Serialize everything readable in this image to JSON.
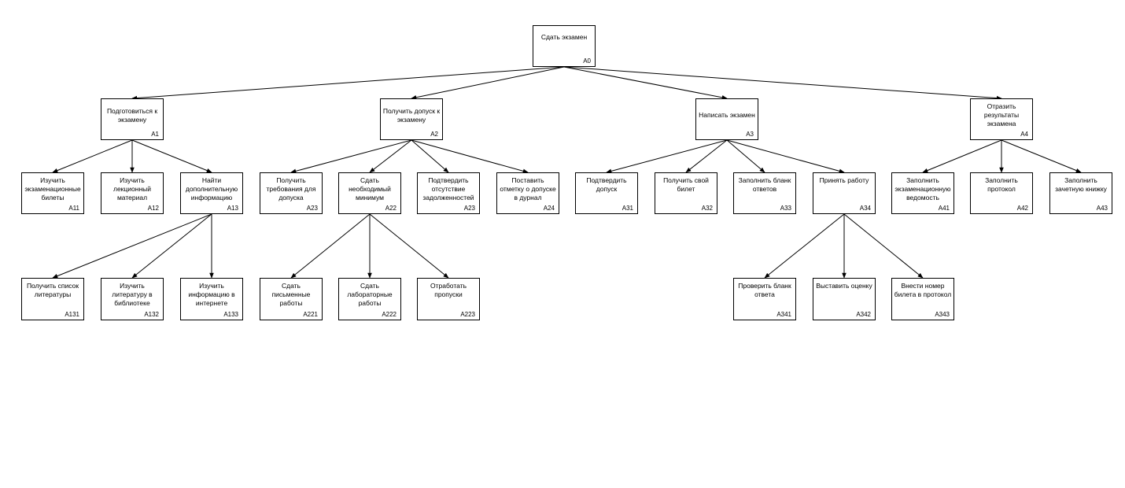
{
  "diagram": {
    "nodes": [
      {
        "id": "A0",
        "label": "Сдать экзамен",
        "code": "A0"
      },
      {
        "id": "A1",
        "label": "Подготовиться к экзамену",
        "code": "A1"
      },
      {
        "id": "A2",
        "label": "Получить допуск к экзамену",
        "code": "A2"
      },
      {
        "id": "A3",
        "label": "Написать экзамен",
        "code": "A3"
      },
      {
        "id": "A4",
        "label": "Отразить результаты экзамена",
        "code": "A4"
      },
      {
        "id": "A11",
        "label": "Изучить экзаменационные билеты",
        "code": "A11"
      },
      {
        "id": "A12",
        "label": "Изучить лекционный материал",
        "code": "A12"
      },
      {
        "id": "A13",
        "label": "Найти дополнительную информацию",
        "code": "A13"
      },
      {
        "id": "A23a",
        "label": "Получить требования для допуска",
        "code": "A23"
      },
      {
        "id": "A22",
        "label": "Сдать необходимый минимум",
        "code": "A22"
      },
      {
        "id": "A23b",
        "label": "Подтвердить отсутствие задолженностей",
        "code": "A23"
      },
      {
        "id": "A24",
        "label": "Поставить отметку о допуске в дурнал",
        "code": "A24"
      },
      {
        "id": "A31",
        "label": "Подтвердить допуск",
        "code": "A31"
      },
      {
        "id": "A32",
        "label": "Получить свой билет",
        "code": "A32"
      },
      {
        "id": "A33",
        "label": "Заполнить бланк ответов",
        "code": "A33"
      },
      {
        "id": "A34",
        "label": "Принять работу",
        "code": "A34"
      },
      {
        "id": "A41",
        "label": "Заполнить экзаменационную ведомость",
        "code": "A41"
      },
      {
        "id": "A42",
        "label": "Заполнить протокол",
        "code": "A42"
      },
      {
        "id": "A43",
        "label": "Заполнить зачетную книжку",
        "code": "A43"
      },
      {
        "id": "A131",
        "label": "Получить список литературы",
        "code": "A131"
      },
      {
        "id": "A132",
        "label": "Изучить литературу в библиотеке",
        "code": "A132"
      },
      {
        "id": "A133",
        "label": "Изучить информацию в интернете",
        "code": "A133"
      },
      {
        "id": "A221",
        "label": "Сдать письменные работы",
        "code": "A221"
      },
      {
        "id": "A222",
        "label": "Сдать лабораторные работы",
        "code": "A222"
      },
      {
        "id": "A223",
        "label": "Отработать пропуски",
        "code": "A223"
      },
      {
        "id": "A341",
        "label": "Проверить бланк ответа",
        "code": "A341"
      },
      {
        "id": "A342",
        "label": "Выставить оценку",
        "code": "A342"
      },
      {
        "id": "A343",
        "label": "Внести номер билета в протокол",
        "code": "A343"
      }
    ],
    "edges": [
      [
        "A0",
        "A1"
      ],
      [
        "A0",
        "A2"
      ],
      [
        "A0",
        "A3"
      ],
      [
        "A0",
        "A4"
      ],
      [
        "A1",
        "A11"
      ],
      [
        "A1",
        "A12"
      ],
      [
        "A1",
        "A13"
      ],
      [
        "A2",
        "A23a"
      ],
      [
        "A2",
        "A22"
      ],
      [
        "A2",
        "A23b"
      ],
      [
        "A2",
        "A24"
      ],
      [
        "A3",
        "A31"
      ],
      [
        "A3",
        "A32"
      ],
      [
        "A3",
        "A33"
      ],
      [
        "A3",
        "A34"
      ],
      [
        "A4",
        "A41"
      ],
      [
        "A4",
        "A42"
      ],
      [
        "A4",
        "A43"
      ],
      [
        "A13",
        "A131"
      ],
      [
        "A13",
        "A132"
      ],
      [
        "A13",
        "A133"
      ],
      [
        "A22",
        "A221"
      ],
      [
        "A22",
        "A222"
      ],
      [
        "A22",
        "A223"
      ],
      [
        "A34",
        "A341"
      ],
      [
        "A34",
        "A342"
      ],
      [
        "A34",
        "A343"
      ]
    ]
  }
}
